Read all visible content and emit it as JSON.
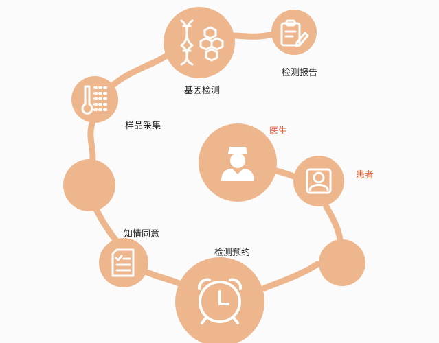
{
  "colors": {
    "node_fill": "#eeb68d",
    "connector": "#eeb68d",
    "icon_stroke": "#ffffff",
    "label_text": "#222222",
    "role_text": "#e0663a",
    "background": "#fbfbfb"
  },
  "nodes": {
    "gene_test": {
      "label": "基因检测",
      "icon": "dna-hexagon-icon"
    },
    "test_report": {
      "label": "检测报告",
      "icon": "clipboard-pen-icon"
    },
    "sample_collection": {
      "label": "样品采集",
      "icon": "thermometer-grid-icon"
    },
    "blank_node": {
      "label": "",
      "icon": ""
    },
    "informed_consent": {
      "label": "知情同意",
      "icon": "document-checklist-icon"
    },
    "test_appointment": {
      "label": "检测预约",
      "icon": "alarm-clock-icon"
    },
    "doctor": {
      "label": "医生",
      "icon": "doctor-icon"
    },
    "patient": {
      "label": "患者",
      "icon": "user-icon"
    },
    "blank_node_right": {
      "label": "",
      "icon": ""
    }
  }
}
